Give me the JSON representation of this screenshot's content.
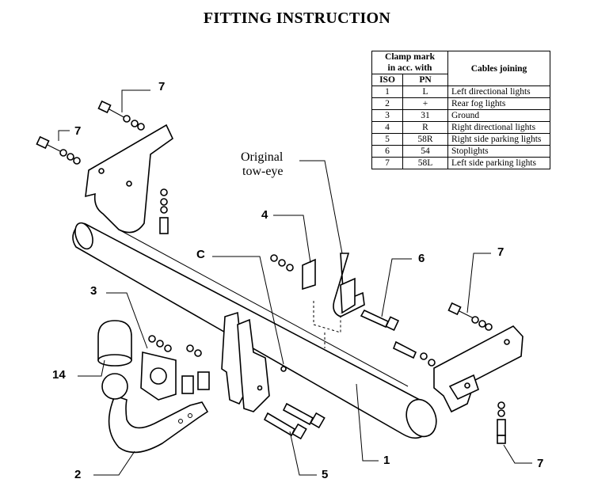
{
  "title": "FITTING INSTRUCTION",
  "table": {
    "header_clamp": "Clamp mark in acc. with",
    "header_clamp_line1": "Clamp mark",
    "header_clamp_line2": "in acc. with",
    "header_cables": "Cables joining",
    "header_iso": "ISO",
    "header_pn": "PN",
    "rows": [
      {
        "iso": "1",
        "pn": "L",
        "cable": "Left directional lights"
      },
      {
        "iso": "2",
        "pn": "+",
        "cable": "Rear fog lights"
      },
      {
        "iso": "3",
        "pn": "31",
        "cable": "Ground"
      },
      {
        "iso": "4",
        "pn": "R",
        "cable": "Right directional lights"
      },
      {
        "iso": "5",
        "pn": "58R",
        "cable": "Right side parking lights"
      },
      {
        "iso": "6",
        "pn": "54",
        "cable": "Stoplights"
      },
      {
        "iso": "7",
        "pn": "58L",
        "cable": "Left side parking lights"
      }
    ]
  },
  "labels": {
    "original_line1": "Original",
    "original_line2": "tow-eye",
    "part_1": "1",
    "part_2": "2",
    "part_3": "3",
    "part_4": "4",
    "part_5": "5",
    "part_6": "6",
    "part_7_a": "7",
    "part_7_b": "7",
    "part_7_c": "7",
    "part_7_d": "7",
    "part_c": "C",
    "part_14": "14"
  }
}
